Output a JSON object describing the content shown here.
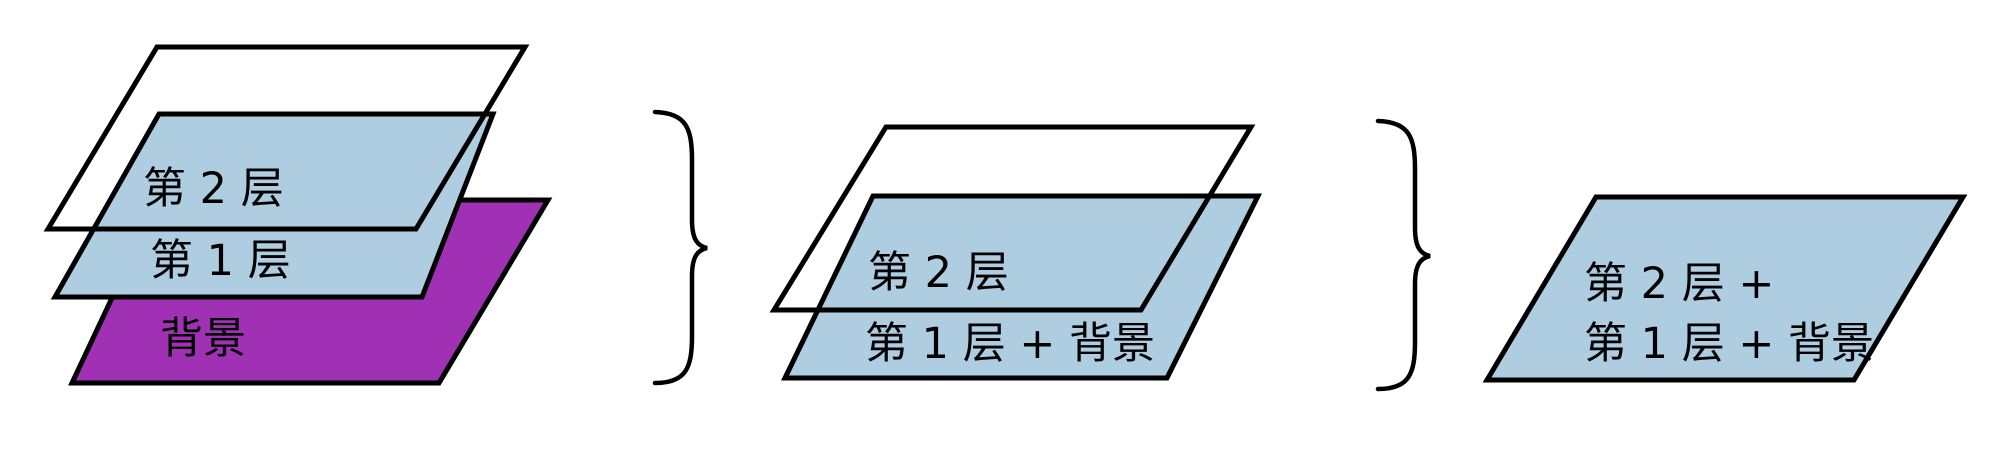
{
  "colors": {
    "layer_fill": "#AECDE1",
    "background_fill": "#A030B4",
    "outline": "#000000",
    "empty_fill": "#FFFFFF"
  },
  "group1": {
    "layer2_label": "第 2 层",
    "layer1_label": "第 1 层",
    "background_label": "背景"
  },
  "group2": {
    "layer2_label": "第 2 层",
    "merged_label": "第 1 层 + 背景"
  },
  "group3": {
    "merged_line1": "第 2 层 +",
    "merged_line2": "第 1 层 + 背景"
  }
}
